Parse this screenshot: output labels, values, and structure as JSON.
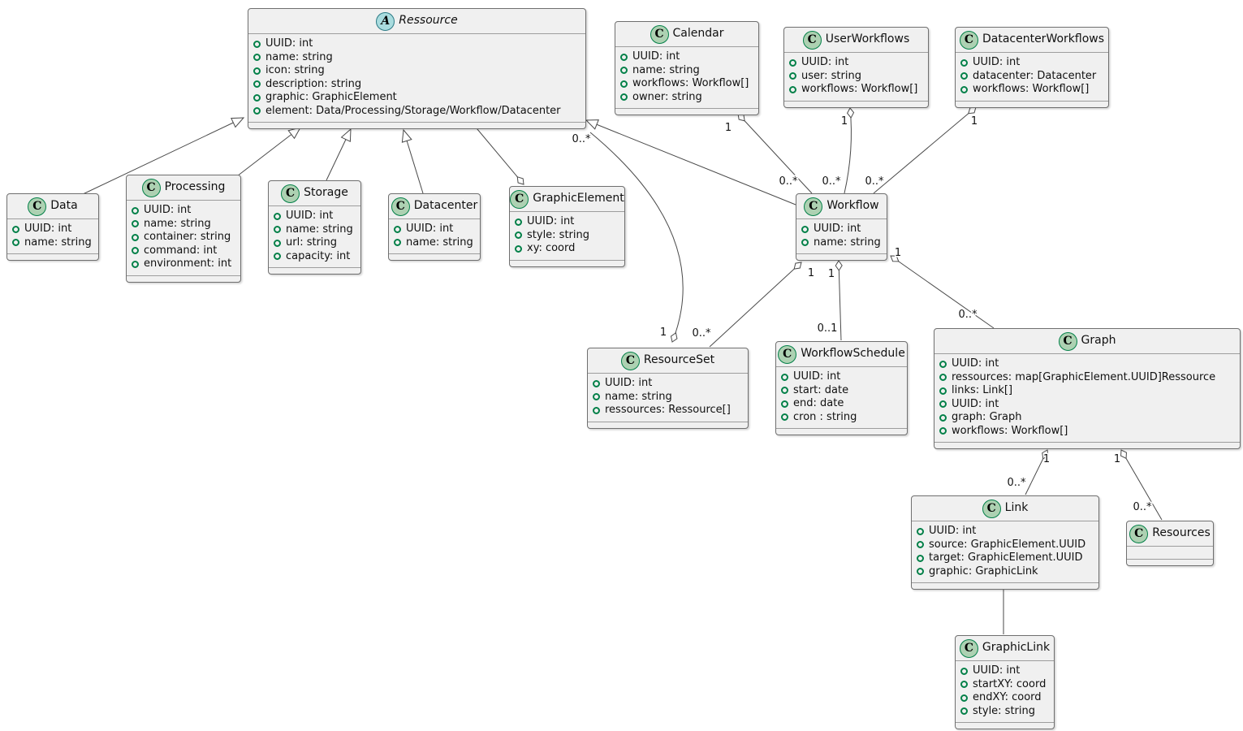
{
  "icons": {
    "class_letter": "C",
    "abstract_letter": "A"
  },
  "colors": {
    "class_icon_bg": "#ADD1B2",
    "abstract_icon_bg": "#A9DCDF",
    "icon_border": "#038048",
    "box_bg": "#F0F0F0",
    "line": "#4A4A4A"
  },
  "classes": [
    {
      "name": "Ressource",
      "kind": "abstract",
      "attributes": [
        "UUID: int",
        "name: string",
        "icon: string",
        "description: string",
        "graphic: GraphicElement",
        "element: Data/Processing/Storage/Workflow/Datacenter"
      ]
    },
    {
      "name": "Data",
      "kind": "class",
      "attributes": [
        "UUID: int",
        "name: string"
      ]
    },
    {
      "name": "Processing",
      "kind": "class",
      "attributes": [
        "UUID: int",
        "name: string",
        "container: string",
        "command: int",
        "environment: int"
      ]
    },
    {
      "name": "Storage",
      "kind": "class",
      "attributes": [
        "UUID: int",
        "name: string",
        "url: string",
        "capacity: int"
      ]
    },
    {
      "name": "Datacenter",
      "kind": "class",
      "attributes": [
        "UUID: int",
        "name: string"
      ]
    },
    {
      "name": "GraphicElement",
      "kind": "class",
      "attributes": [
        "UUID: int",
        "style: string",
        "xy: coord"
      ]
    },
    {
      "name": "Calendar",
      "kind": "class",
      "attributes": [
        "UUID: int",
        "name: string",
        "workflows: Workflow[]",
        "owner: string"
      ]
    },
    {
      "name": "UserWorkflows",
      "kind": "class",
      "attributes": [
        "UUID: int",
        "user: string",
        "workflows: Workflow[]"
      ]
    },
    {
      "name": "DatacenterWorkflows",
      "kind": "class",
      "attributes": [
        "UUID: int",
        "datacenter: Datacenter",
        "workflows: Workflow[]"
      ]
    },
    {
      "name": "Workflow",
      "kind": "class",
      "attributes": [
        "UUID: int",
        "name: string"
      ]
    },
    {
      "name": "ResourceSet",
      "kind": "class",
      "attributes": [
        "UUID: int",
        "name: string",
        "ressources: Ressource[]"
      ]
    },
    {
      "name": "WorkflowSchedule",
      "kind": "class",
      "attributes": [
        "UUID: int",
        "start: date",
        "end: date",
        "cron : string"
      ]
    },
    {
      "name": "Graph",
      "kind": "class",
      "attributes": [
        "UUID: int",
        "ressources: map[GraphicElement.UUID]Ressource",
        "links: Link[]",
        "UUID: int",
        "graph: Graph",
        "workflows: Workflow[]"
      ]
    },
    {
      "name": "Link",
      "kind": "class",
      "attributes": [
        "UUID: int",
        "source: GraphicElement.UUID",
        "target: GraphicElement.UUID",
        "graphic: GraphicLink"
      ]
    },
    {
      "name": "Resources",
      "kind": "class",
      "attributes": []
    },
    {
      "name": "GraphicLink",
      "kind": "class",
      "attributes": [
        "UUID: int",
        "startXY: coord",
        "endXY: coord",
        "style: string"
      ]
    }
  ],
  "relations": [
    {
      "from": "Data",
      "to": "Ressource",
      "type": "generalization"
    },
    {
      "from": "Processing",
      "to": "Ressource",
      "type": "generalization"
    },
    {
      "from": "Storage",
      "to": "Ressource",
      "type": "generalization"
    },
    {
      "from": "Datacenter",
      "to": "Ressource",
      "type": "generalization"
    },
    {
      "from": "Workflow",
      "to": "Ressource",
      "type": "generalization"
    },
    {
      "whole": "GraphicElement",
      "part": "Ressource",
      "type": "aggregation",
      "whole_label": "",
      "part_label": ""
    },
    {
      "whole": "ResourceSet",
      "part": "Ressource",
      "type": "aggregation",
      "whole_label": "1",
      "part_label": "0..*"
    },
    {
      "whole": "Workflow",
      "part": "ResourceSet",
      "type": "aggregation",
      "whole_label": "1",
      "part_label": "0..*"
    },
    {
      "whole": "Workflow",
      "part": "WorkflowSchedule",
      "type": "aggregation",
      "whole_label": "1",
      "part_label": "0..1"
    },
    {
      "whole": "Workflow",
      "part": "Graph",
      "type": "aggregation",
      "whole_label": "1",
      "part_label": "0..*"
    },
    {
      "whole": "Calendar",
      "part": "Workflow",
      "type": "aggregation",
      "whole_label": "1",
      "part_label": "0..*"
    },
    {
      "whole": "UserWorkflows",
      "part": "Workflow",
      "type": "aggregation",
      "whole_label": "1",
      "part_label": "0..*"
    },
    {
      "whole": "DatacenterWorkflows",
      "part": "Workflow",
      "type": "aggregation",
      "whole_label": "1",
      "part_label": "0..*"
    },
    {
      "whole": "Graph",
      "part": "Link",
      "type": "aggregation",
      "whole_label": "1",
      "part_label": "0..*"
    },
    {
      "whole": "Graph",
      "part": "Resources",
      "type": "aggregation",
      "whole_label": "1",
      "part_label": "0..*"
    },
    {
      "from": "Link",
      "to": "GraphicLink",
      "type": "association"
    }
  ]
}
